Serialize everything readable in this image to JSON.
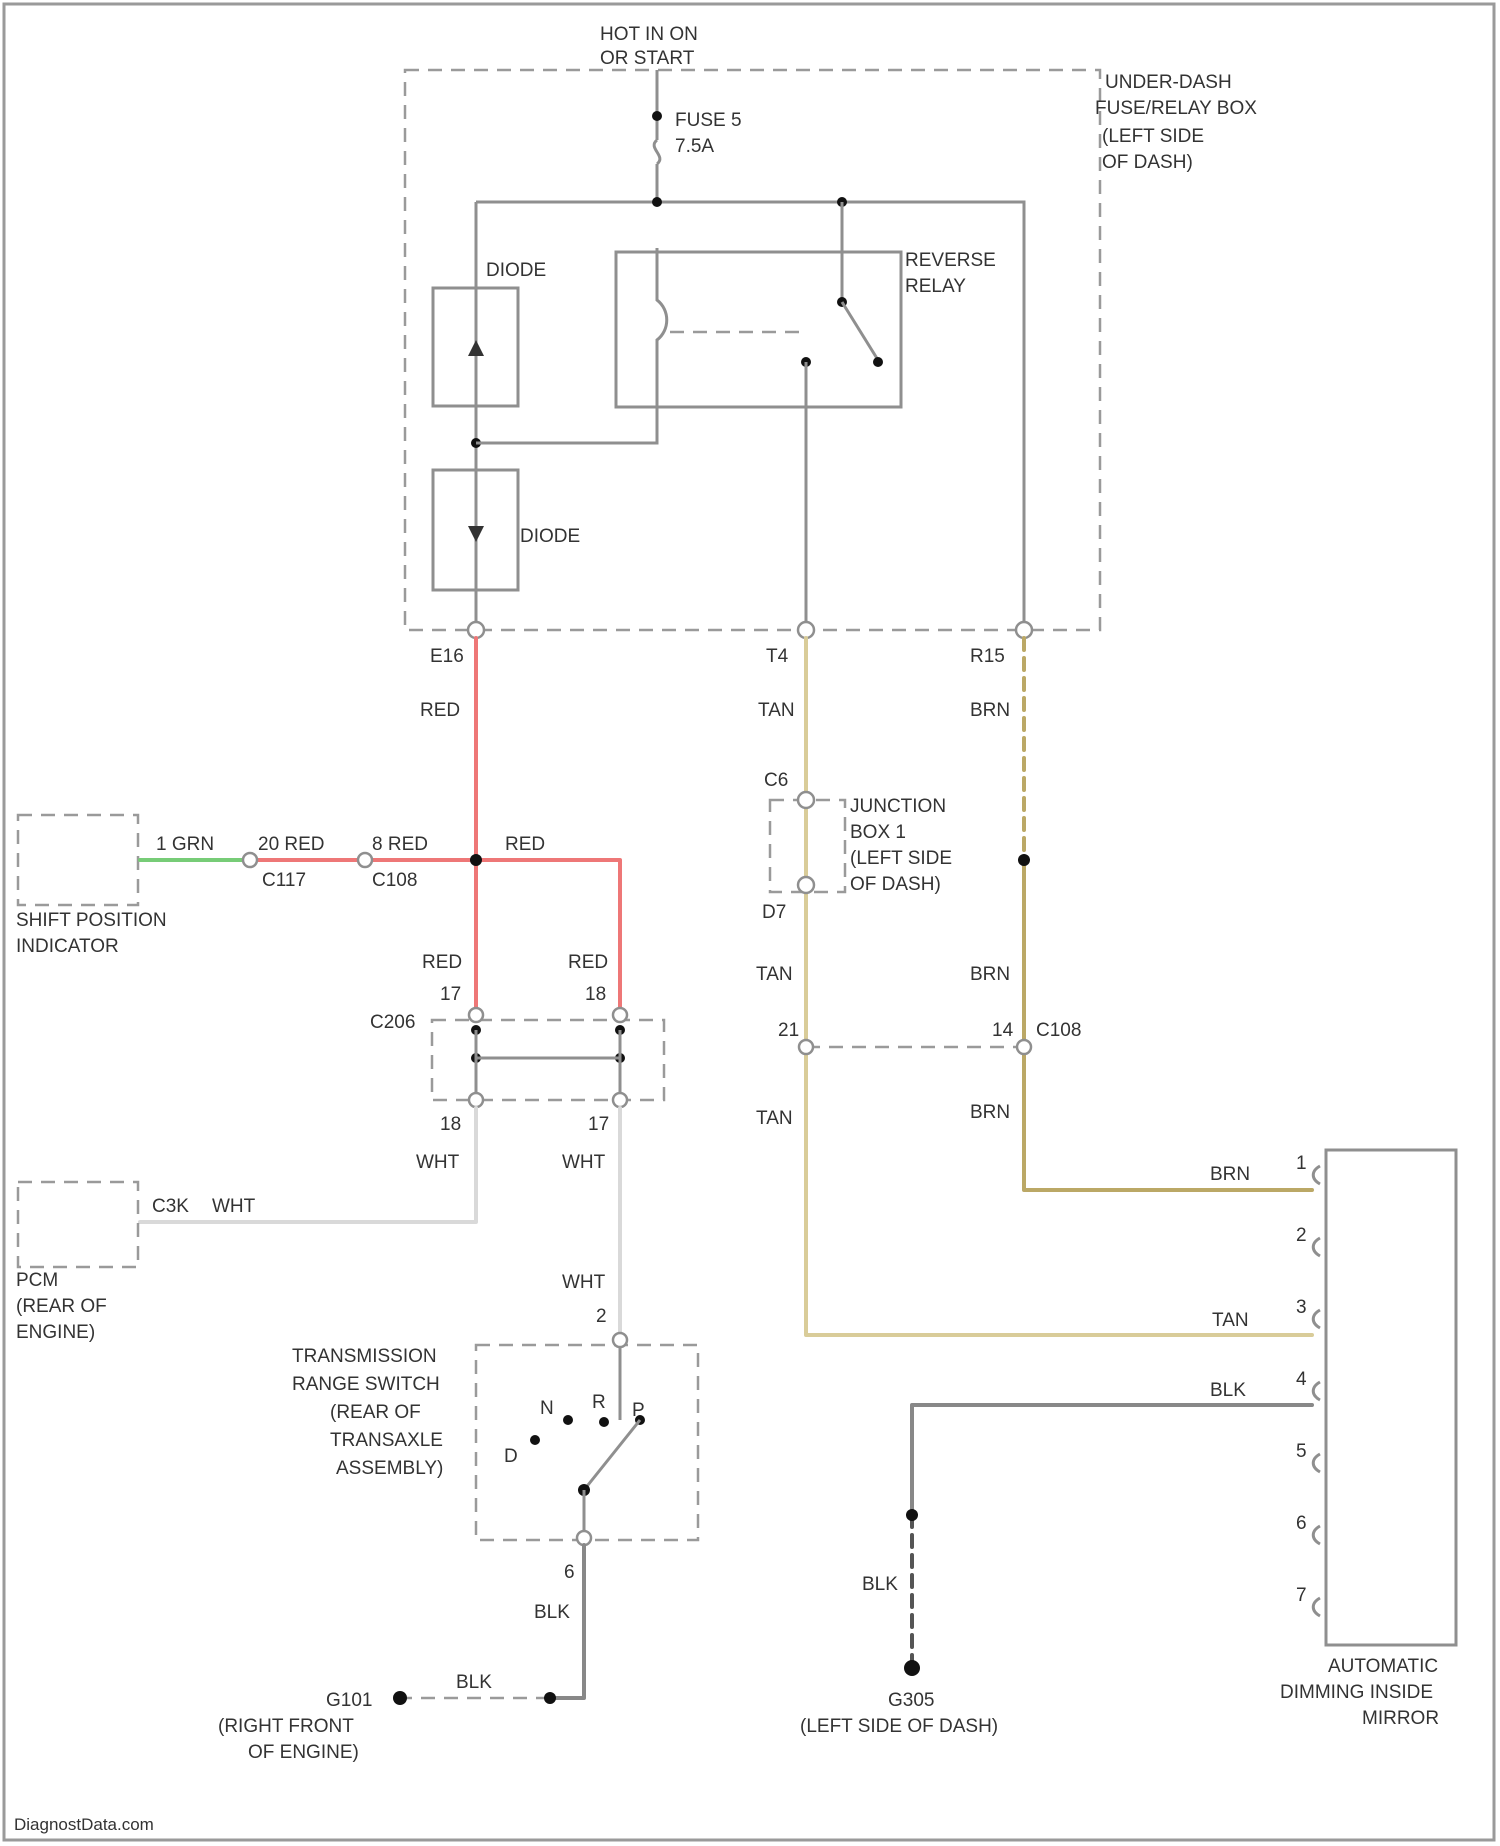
{
  "colors": {
    "red": "#ee7777",
    "grn": "#77cc77",
    "tan": "#d9cc99",
    "brn": "#bba866",
    "wht": "#d9d9d9",
    "blk": "#888888",
    "line": "#8f8f8f"
  },
  "power": {
    "line1": "HOT IN ON",
    "line2": "OR START"
  },
  "fuse": {
    "line1": "FUSE 5",
    "line2": "7.5A"
  },
  "underdash_box": {
    "line1": "UNDER-DASH",
    "line2": "FUSE/RELAY BOX",
    "line3": "(LEFT SIDE",
    "line4": "OF DASH)"
  },
  "diode_top": "DIODE",
  "diode_bottom": "DIODE",
  "relay": {
    "line1": "REVERSE",
    "line2": "RELAY"
  },
  "pins": {
    "e16": "E16",
    "t4": "T4",
    "r15": "R15"
  },
  "wires": {
    "red_top": "RED",
    "tan_top": "TAN",
    "brn_top": "BRN",
    "red_left": "RED",
    "red_right": "RED",
    "red_cross": "RED",
    "tan_mid": "TAN",
    "brn_mid": "BRN",
    "tan_low": "TAN",
    "brn_low": "BRN",
    "wht_left": "WHT",
    "wht_right": "WHT",
    "wht_pcm": "WHT",
    "wht_switch": "WHT",
    "blk_switch": "BLK",
    "blk_g101": "BLK",
    "blk_g305": "BLK",
    "brn_mirror": "BRN",
    "tan_mirror": "TAN",
    "blk_mirror": "BLK"
  },
  "junction_box": {
    "line1": "JUNCTION",
    "line2": "BOX 1",
    "line3": "(LEFT SIDE",
    "line4": "OF DASH)",
    "pin_top": "C6",
    "pin_bottom": "D7"
  },
  "shift_indicator": {
    "line1": "SHIFT POSITION",
    "line2": "INDICATOR",
    "pin_grn": "1 GRN",
    "pin_c117": "20 RED",
    "pin_c108": "8 RED",
    "conn_c117": "C117",
    "conn_c108": "C108"
  },
  "c206": {
    "name": "C206",
    "pin17_top": "17",
    "pin18_top": "18",
    "pin18_bottom": "18",
    "pin17_bottom": "17"
  },
  "c108_right": {
    "name": "C108",
    "pin21": "21",
    "pin14": "14"
  },
  "pcm": {
    "line1": "PCM",
    "line2": "(REAR OF",
    "line3": "ENGINE)",
    "pin": "C3K"
  },
  "trans_switch": {
    "line1": "TRANSMISSION",
    "line2": "RANGE SWITCH",
    "line3": "(REAR OF",
    "line4": "TRANSAXLE",
    "line5": "ASSEMBLY)",
    "pin_top": "2",
    "pin_bottom": "6",
    "pos_d": "D",
    "pos_n": "N",
    "pos_r": "R",
    "pos_p": "P"
  },
  "g101": {
    "line1": "G101",
    "line2": "(RIGHT FRONT",
    "line3": "OF ENGINE)"
  },
  "g305": {
    "line1": "G305",
    "line2": "(LEFT SIDE OF DASH)"
  },
  "mirror": {
    "line1": "AUTOMATIC",
    "line2": "DIMMING INSIDE",
    "line3": "MIRROR",
    "pins": [
      "1",
      "2",
      "3",
      "4",
      "5",
      "6",
      "7"
    ]
  },
  "watermark": "DiagnostData.com"
}
